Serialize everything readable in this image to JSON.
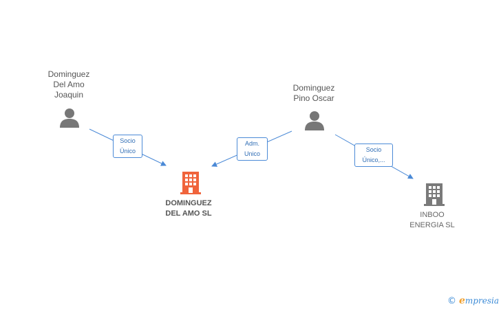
{
  "persons": [
    {
      "id": "p1",
      "name": "Dominguez\nDel Amo\nJoaquin",
      "icon": "person-icon"
    },
    {
      "id": "p2",
      "name": "Dominguez\nPino Oscar",
      "icon": "person-icon"
    }
  ],
  "companies": [
    {
      "id": "c1",
      "name": "DOMINGUEZ\nDEL AMO SL",
      "icon": "building-icon",
      "highlight": true
    },
    {
      "id": "c2",
      "name": "INBOO\nENERGIA SL",
      "icon": "building-icon",
      "highlight": false
    }
  ],
  "relations": [
    {
      "from": "p1",
      "to": "c1",
      "label": "Socio\nÚnico"
    },
    {
      "from": "p2",
      "to": "c1",
      "label": "Adm.\nUnico"
    },
    {
      "from": "p2",
      "to": "c2",
      "label": "Socio\nÚnico,..."
    }
  ],
  "colors": {
    "edge": "#4a89d6",
    "person_icon": "#777777",
    "company_highlight": "#f0643c",
    "company_default": "#7a7a7a"
  },
  "brand": {
    "copyright": "©",
    "name_initial": "e",
    "name_rest": "mpresia"
  }
}
